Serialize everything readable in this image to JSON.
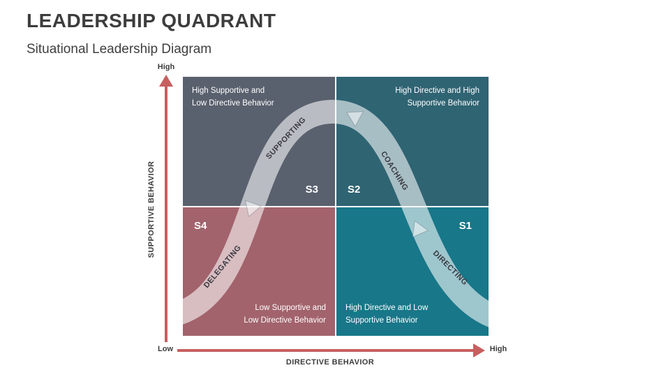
{
  "slide": {
    "title": "LEADERSHIP QUADRANT",
    "subtitle": "Situational Leadership Diagram"
  },
  "axes": {
    "y_label": "SUPPORTIVE BEHAVIOR",
    "x_label": "DIRECTIVE BEHAVIOR",
    "y_high": "High",
    "x_low": "Low",
    "x_high": "High",
    "color": "#c75f5f"
  },
  "quadrants": {
    "s3": {
      "id": "S3",
      "description": "High Supportive and Low Directive Behavior",
      "style_label": "SUPPORTING",
      "color": "#5a616e"
    },
    "s2": {
      "id": "S2",
      "description": "High Directive and High Supportive Behavior",
      "style_label": "COACHING",
      "color": "#2f6473"
    },
    "s4": {
      "id": "S4",
      "description": "Low Supportive and Low Directive Behavior",
      "style_label": "DELEGATING",
      "color": "#a2636c"
    },
    "s1": {
      "id": "S1",
      "description": "High Directive and Low Supportive Behavior",
      "style_label": "DIRECTING",
      "color": "#187789"
    }
  },
  "curve": {
    "band_color": "rgba(255,255,255,0.58)"
  },
  "icons": {
    "y_axis_arrow": "up-arrowhead",
    "x_axis_arrow": "right-arrowhead",
    "curve_arrows": "flow-chevron"
  }
}
